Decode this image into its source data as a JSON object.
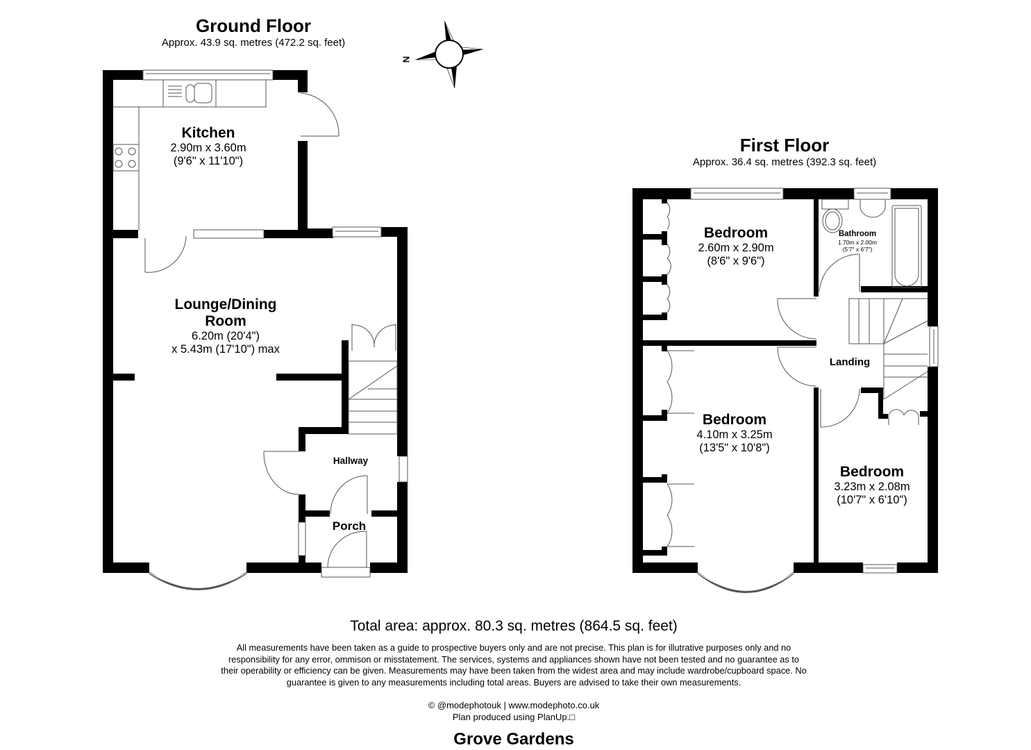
{
  "ground_floor": {
    "title": "Ground Floor",
    "area": "Approx. 43.9 sq. metres (472.2 sq. feet)",
    "rooms": {
      "kitchen": {
        "name": "Kitchen",
        "dim_metric": "2.90m x 3.60m",
        "dim_imperial": "(9'6\" x 11'10\")"
      },
      "lounge": {
        "name_line1": "Lounge/Dining",
        "name_line2": "Room",
        "dim_line1": "6.20m (20'4\")",
        "dim_line2": "x 5.43m (17'10\") max"
      },
      "hallway": {
        "name": "Hallway"
      },
      "porch": {
        "name": "Porch"
      }
    }
  },
  "first_floor": {
    "title": "First Floor",
    "area": "Approx. 36.4 sq. metres (392.3 sq. feet)",
    "rooms": {
      "bedroom_1": {
        "name": "Bedroom",
        "dim_metric": "2.60m x 2.90m",
        "dim_imperial": "(8'6\" x 9'6\")"
      },
      "bathroom": {
        "name": "Bathroom",
        "dim_metric": "1.70m x 2.00m",
        "dim_imperial": "(5'7\" x 6'7\")"
      },
      "landing": {
        "name": "Landing"
      },
      "bedroom_2": {
        "name": "Bedroom",
        "dim_metric": "4.10m x 3.25m",
        "dim_imperial": "(13'5\" x 10'8\")"
      },
      "bedroom_3": {
        "name": "Bedroom",
        "dim_metric": "3.23m x 2.08m",
        "dim_imperial": "(10'7\" x 6'10\")"
      }
    }
  },
  "compass": {
    "label": "N",
    "icon": "compass-icon"
  },
  "footer": {
    "total_area": "Total area: approx. 80.3 sq. metres (864.5 sq. feet)",
    "disclaimer_lines": [
      "All measurements have been taken as a guide to prospective buyers only and are not precise. This plan is for illutrative purposes only and no",
      "responsibility for any error, ommison or misstatement. The services, systems and appliances shown have not been tested and no guarantee as to",
      "their operability or efficiency can be given. Measurements may have been taken from the widest area and may include wardrobe/cupboard space. No",
      "guarantee is given to any measurements including total areas. Buyers are advised to take their own measurements."
    ],
    "credit_line1": "© @modephotouk | www.modephoto.co.uk",
    "credit_line2": "Plan produced using PlanUp.□",
    "address": "Grove Gardens"
  },
  "colors": {
    "wall": "#000000",
    "fixture_line": "#555555",
    "background": "#ffffff"
  }
}
